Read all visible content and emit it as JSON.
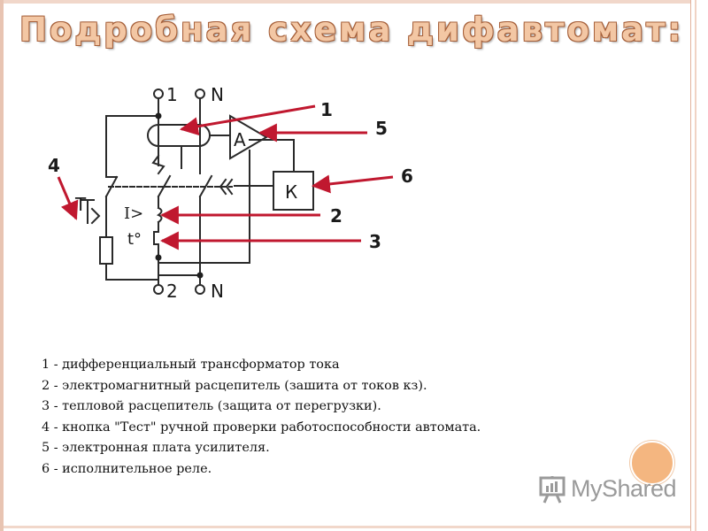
{
  "title": "Подробная схема дифавтомат:",
  "diagram": {
    "top_labels": [
      "1",
      "N"
    ],
    "bottom_labels": [
      "2",
      "N"
    ],
    "block_amplifier": "А",
    "block_relay": "К",
    "test_button_label": "Т",
    "overcurrent_label": "I>",
    "thermal_label": "t°",
    "callouts": [
      "1",
      "5",
      "6",
      "4",
      "2",
      "3"
    ]
  },
  "legend": [
    "1 - дифференциальный трансформатор тока",
    "2 - электромагнитный расцепитель (зашита от токов кз).",
    "3 - тепловой расцепитель (защита от перегрузки).",
    "4 - кнопка \"Тест\" ручной проверки работоспособности автомата.",
    "5 - электронная плата усилителя.",
    "6 - исполнительное реле."
  ],
  "logo_text": "MyShared",
  "colors": {
    "arrow": "#c0182f",
    "line": "#2a2a2a",
    "title_fill": "#f3c7a4",
    "title_outline": "#a6603a",
    "accent_circle": "#f4b680"
  }
}
